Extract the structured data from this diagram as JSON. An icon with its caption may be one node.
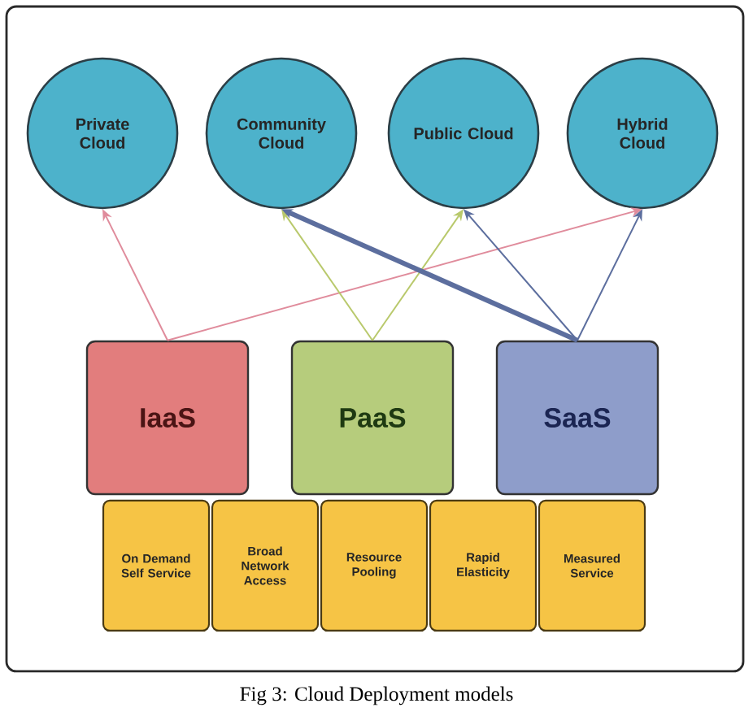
{
  "diagram": {
    "caption": "Fig 3: Cloud Deployment models",
    "nodes": [
      {
        "text": [
          "Private Cloud"
        ]
      },
      {
        "text": [
          "Community Cloud"
        ]
      },
      {
        "text": [
          "Public Cloud"
        ]
      },
      {
        "text": [
          "Hybrid Cloud"
        ]
      },
      {
        "text": [
          "IaaS"
        ]
      },
      {
        "text": [
          "PaaS"
        ]
      },
      {
        "text": [
          "SaaS"
        ]
      },
      {
        "text": [
          "On Demand Self Service"
        ]
      },
      {
        "text": [
          "Broad Network Access"
        ]
      },
      {
        "text": [
          "Resource Pooling"
        ]
      },
      {
        "text": [
          "Rapid Elasticity"
        ]
      },
      {
        "text": [
          "Measured Service"
        ]
      }
    ],
    "edges": [
      {
        "from": 4,
        "to": 0,
        "arrow": "to",
        "color": "#e08c9c"
      },
      {
        "from": 4,
        "to": 3,
        "arrow": "to",
        "color": "#e08c9c"
      },
      {
        "from": 5,
        "to": 1,
        "arrow": "to",
        "color": "#b9c96c"
      },
      {
        "from": 5,
        "to": 2,
        "arrow": "to",
        "color": "#b9c96c"
      },
      {
        "from": 6,
        "to": 1,
        "arrow": "to",
        "style": "thick"
      },
      {
        "from": 6,
        "to": 2,
        "arrow": "to"
      },
      {
        "from": 6,
        "to": 3,
        "arrow": "to"
      }
    ]
  }
}
